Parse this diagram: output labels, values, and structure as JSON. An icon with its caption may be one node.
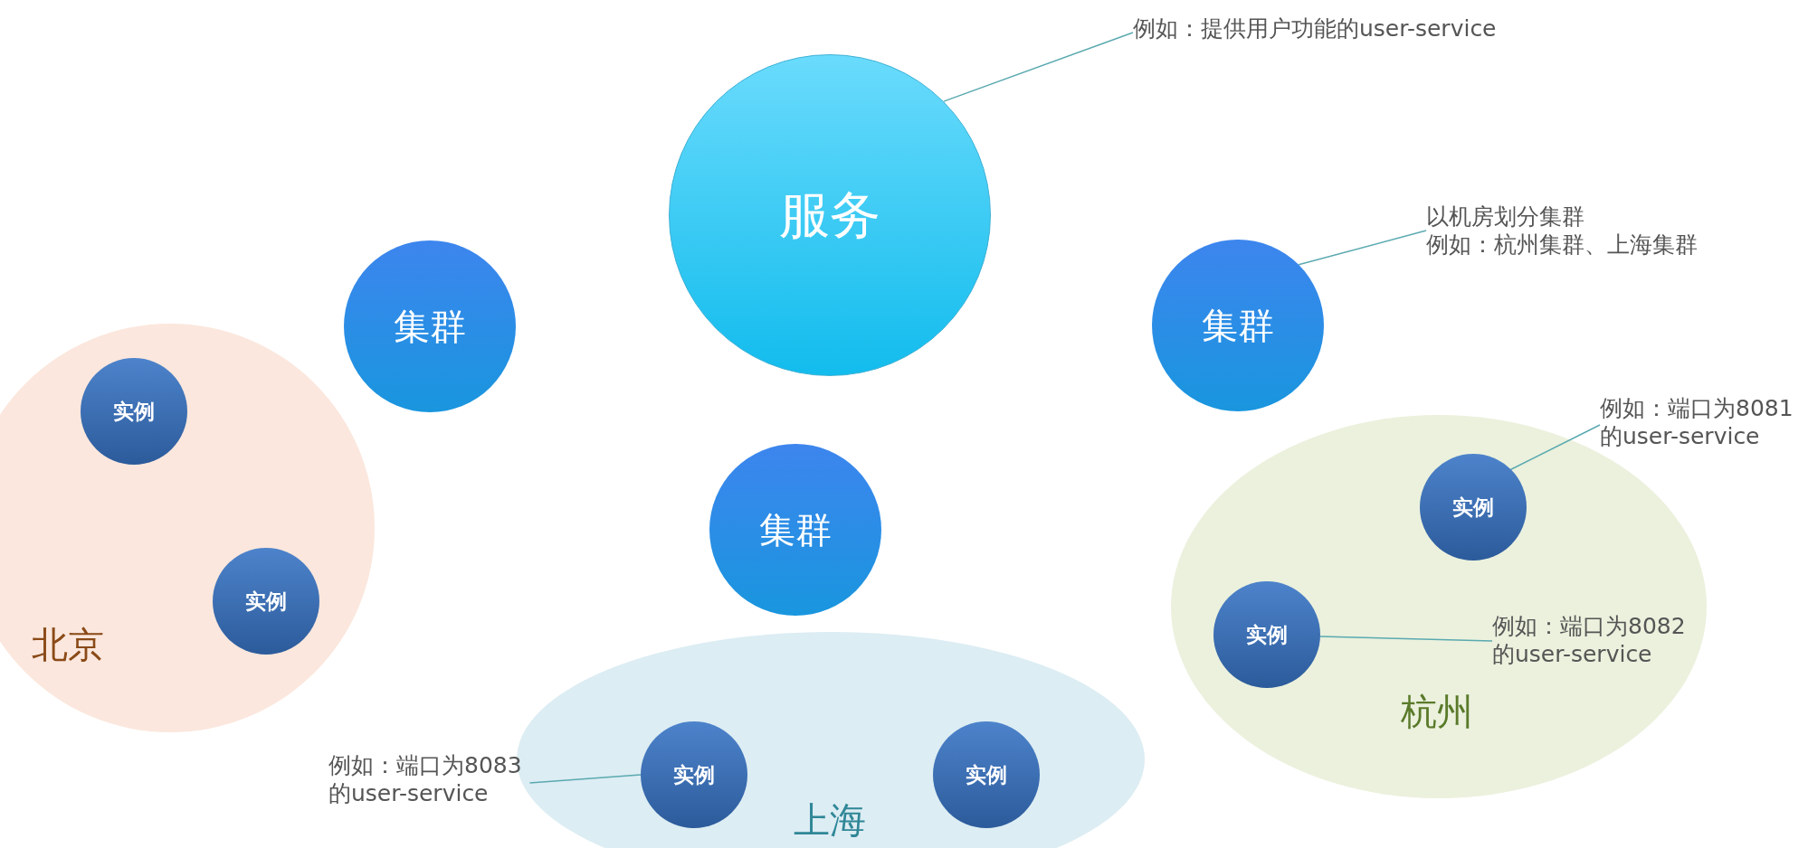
{
  "diagram": {
    "nodes": [
      {
        "text": [
          "服务"
        ]
      },
      {
        "text": [
          "集群"
        ]
      },
      {
        "text": [
          "集群"
        ]
      },
      {
        "text": [
          "集群"
        ]
      },
      {
        "text": [
          "北京"
        ]
      },
      {
        "text": [
          "实例"
        ],
        "in": 4
      },
      {
        "text": [
          "实例"
        ],
        "in": 4
      },
      {
        "text": [
          "杭州"
        ]
      },
      {
        "text": [
          "实例"
        ],
        "in": 7
      },
      {
        "text": [
          "实例"
        ],
        "in": 7
      },
      {
        "text": [
          "上海"
        ]
      },
      {
        "text": [
          "实例"
        ],
        "in": 10
      },
      {
        "text": [
          "实例"
        ],
        "in": 10
      },
      {
        "text": [
          "例如：提供用户功能的user-service"
        ]
      },
      {
        "text": [
          "以机房划分集群",
          "例如：杭州集群、上海集群"
        ]
      },
      {
        "text": [
          "例如：端口为8081的user-service"
        ]
      },
      {
        "text": [
          "例如：端口为8082的user-service"
        ],
        "in": 7
      },
      {
        "text": [
          "例如：端口为8083的user-service"
        ]
      }
    ],
    "edges": [
      {
        "from": 13,
        "to": 0,
        "arrow": "none"
      },
      {
        "from": 14,
        "to": 2,
        "arrow": "none"
      },
      {
        "from": 15,
        "to": 8,
        "arrow": "none"
      },
      {
        "from": 16,
        "to": 9,
        "arrow": "none"
      },
      {
        "from": 17,
        "to": 11,
        "arrow": "none"
      }
    ]
  }
}
